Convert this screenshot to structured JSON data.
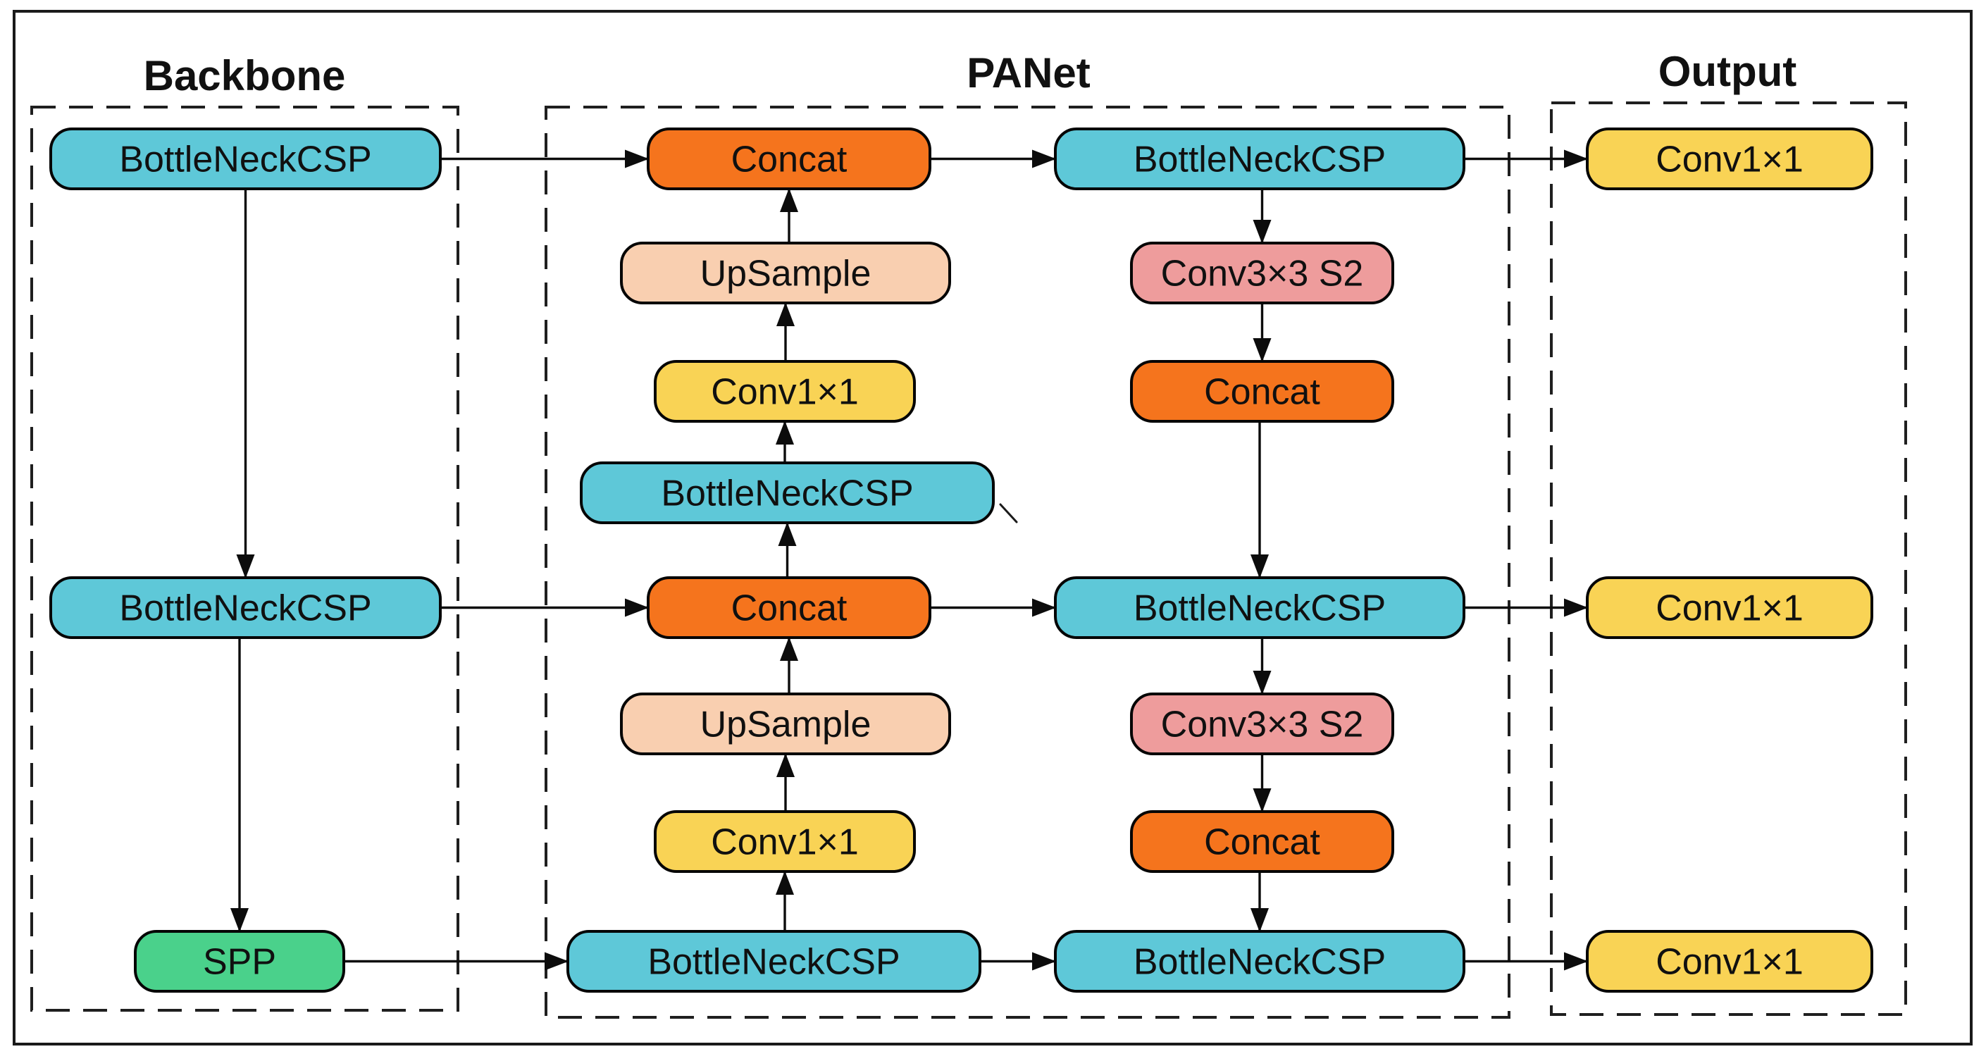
{
  "figure": {
    "sections": [
      {
        "id": "backbone",
        "title": "Backbone"
      },
      {
        "id": "panet",
        "title": "PANet"
      },
      {
        "id": "output",
        "title": "Output"
      }
    ],
    "palette": {
      "bottleneckcsp": "#5EC8D8",
      "concat": "#F5741D",
      "upsample": "#F9CFB0",
      "conv1x1": "#F9D355",
      "conv3x3": "#EE9C9C",
      "spp": "#4AD18B",
      "node_border": "#050505",
      "dashed_frame": "#1F1F1F",
      "arrow": "#0C0C0C"
    },
    "nodes": [
      {
        "id": "bb_csp_top",
        "label": "BottleNeckCSP",
        "type": "bottleneckcsp",
        "section": "backbone"
      },
      {
        "id": "bb_csp_mid",
        "label": "BottleNeckCSP",
        "type": "bottleneckcsp",
        "section": "backbone"
      },
      {
        "id": "spp",
        "label": "SPP",
        "type": "spp",
        "section": "backbone"
      },
      {
        "id": "concat_top",
        "label": "Concat",
        "type": "concat",
        "section": "panet"
      },
      {
        "id": "upsample_top",
        "label": "UpSample",
        "type": "upsample",
        "section": "panet"
      },
      {
        "id": "conv1x1_top",
        "label": "Conv1×1",
        "type": "conv1x1",
        "section": "panet"
      },
      {
        "id": "csp_mid_left",
        "label": "BottleNeckCSP",
        "type": "bottleneckcsp",
        "section": "panet"
      },
      {
        "id": "concat_mid",
        "label": "Concat",
        "type": "concat",
        "section": "panet"
      },
      {
        "id": "upsample_bot",
        "label": "UpSample",
        "type": "upsample",
        "section": "panet"
      },
      {
        "id": "conv1x1_bot",
        "label": "Conv1×1",
        "type": "conv1x1",
        "section": "panet"
      },
      {
        "id": "csp_bottom_mid",
        "label": "BottleNeckCSP",
        "type": "bottleneckcsp",
        "section": "panet"
      },
      {
        "id": "csp_right_top",
        "label": "BottleNeckCSP",
        "type": "bottleneckcsp",
        "section": "panet"
      },
      {
        "id": "conv3x3_top",
        "label": "Conv3×3 S2",
        "type": "conv3x3",
        "section": "panet"
      },
      {
        "id": "concat_right_top",
        "label": "Concat",
        "type": "concat",
        "section": "panet"
      },
      {
        "id": "csp_right_mid",
        "label": "BottleNeckCSP",
        "type": "bottleneckcsp",
        "section": "panet"
      },
      {
        "id": "conv3x3_bot",
        "label": "Conv3×3 S2",
        "type": "conv3x3",
        "section": "panet"
      },
      {
        "id": "concat_right_bot",
        "label": "Concat",
        "type": "concat",
        "section": "panet"
      },
      {
        "id": "csp_right_bot",
        "label": "BottleNeckCSP",
        "type": "bottleneckcsp",
        "section": "panet"
      },
      {
        "id": "out_conv_top",
        "label": "Conv1×1",
        "type": "conv1x1",
        "section": "output"
      },
      {
        "id": "out_conv_mid",
        "label": "Conv1×1",
        "type": "conv1x1",
        "section": "output"
      },
      {
        "id": "out_conv_bot",
        "label": "Conv1×1",
        "type": "conv1x1",
        "section": "output"
      }
    ],
    "edges": [
      {
        "from": "bb_csp_top",
        "to": "concat_top"
      },
      {
        "from": "bb_csp_top",
        "to": "bb_csp_mid"
      },
      {
        "from": "bb_csp_mid",
        "to": "concat_mid"
      },
      {
        "from": "bb_csp_mid",
        "to": "spp"
      },
      {
        "from": "spp",
        "to": "csp_bottom_mid"
      },
      {
        "from": "csp_bottom_mid",
        "to": "conv1x1_bot"
      },
      {
        "from": "conv1x1_bot",
        "to": "upsample_bot"
      },
      {
        "from": "upsample_bot",
        "to": "concat_mid"
      },
      {
        "from": "concat_mid",
        "to": "csp_mid_left"
      },
      {
        "from": "csp_mid_left",
        "to": "conv1x1_top"
      },
      {
        "from": "conv1x1_top",
        "to": "upsample_top"
      },
      {
        "from": "upsample_top",
        "to": "concat_top"
      },
      {
        "from": "concat_top",
        "to": "csp_right_top"
      },
      {
        "from": "csp_right_top",
        "to": "conv3x3_top"
      },
      {
        "from": "conv3x3_top",
        "to": "concat_right_top"
      },
      {
        "from": "concat_right_top",
        "to": "csp_right_mid"
      },
      {
        "from": "concat_mid",
        "to": "csp_right_mid"
      },
      {
        "from": "csp_right_mid",
        "to": "conv3x3_bot"
      },
      {
        "from": "conv3x3_bot",
        "to": "concat_right_bot"
      },
      {
        "from": "concat_right_bot",
        "to": "csp_right_bot"
      },
      {
        "from": "csp_bottom_mid",
        "to": "csp_right_bot"
      },
      {
        "from": "csp_right_top",
        "to": "out_conv_top"
      },
      {
        "from": "csp_right_mid",
        "to": "out_conv_mid"
      },
      {
        "from": "csp_right_bot",
        "to": "out_conv_bot"
      }
    ]
  }
}
